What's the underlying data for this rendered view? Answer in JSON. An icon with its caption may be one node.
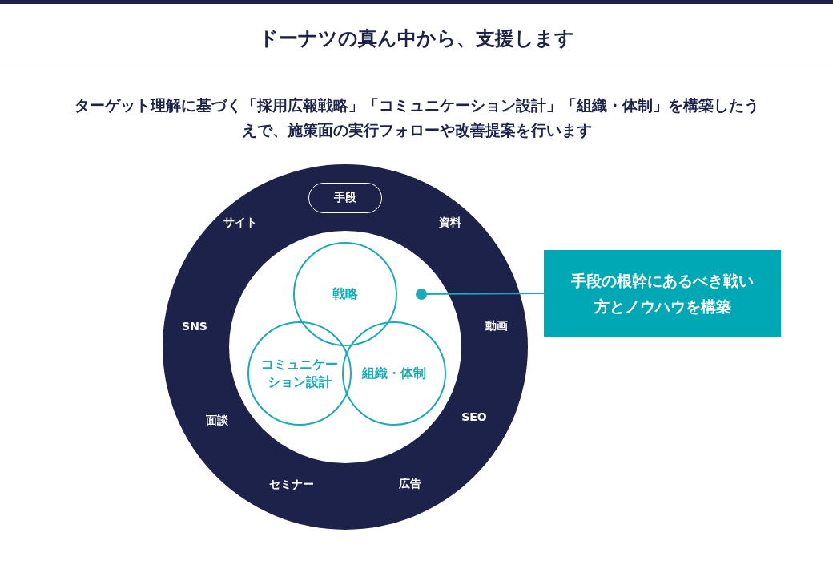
{
  "diagram": {
    "title": "ドーナツの真ん中から、支援します",
    "nodes": [
      {
        "text": [
          "サイト",
          "資料",
          "SNS",
          "動画",
          "面談",
          "SEO",
          "セミナー",
          "広告"
        ]
      },
      {
        "text": [
          "手段"
        ],
        "in": 0
      },
      {
        "text": [],
        "shape": "circle",
        "in": 0
      },
      {
        "text": [
          "戦略"
        ],
        "in": 2
      },
      {
        "text": [
          "コミュニケーション設計"
        ],
        "in": 2
      },
      {
        "text": [
          "組織・体制"
        ],
        "in": 2
      },
      {
        "text": [
          "手段の根幹にあるべき戦い方とノウハウを構築"
        ]
      }
    ],
    "edges": [
      {
        "from": 6,
        "to": 2,
        "arrow": "other"
      }
    ],
    "labels": [
      "ターゲット理解に基づく「採用広報戦略」「コミュニケーション設計」「組織・体制」を構築したうえで、施策面の実行フォローや改善提案を行います"
    ]
  }
}
